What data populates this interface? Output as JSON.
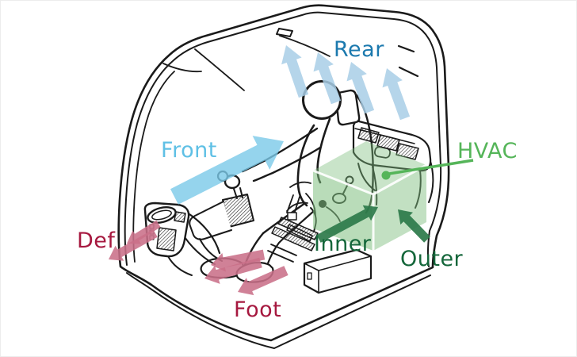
{
  "labels": {
    "rear": "Rear",
    "front": "Front",
    "hvac": "HVAC",
    "def": "Def",
    "foot": "Foot",
    "inner": "Inner",
    "outer": "Outer"
  },
  "colors": {
    "rear-text": "#1b79ae",
    "rear-arrow": "#a8cee6",
    "front-text": "#5fc0e5",
    "front-arrow": "#7bc9e8",
    "hvac-green": "#55b559",
    "hvac-box": "#7fbf7f",
    "duct-text": "#a6183f",
    "duct-arrow": "#ca7089",
    "intake-text": "#14663a",
    "intake-arrow": "#2d7a4a",
    "line-art": "#1a1a1a"
  }
}
